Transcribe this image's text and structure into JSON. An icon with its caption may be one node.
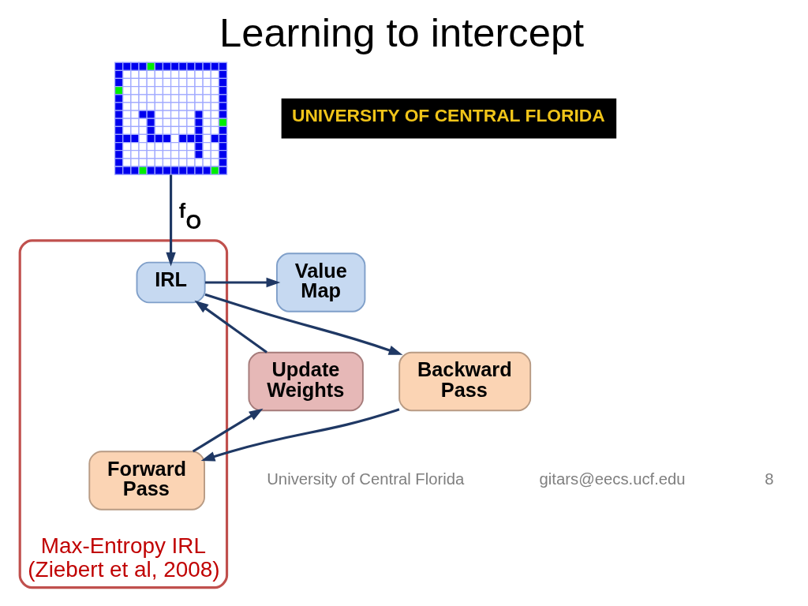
{
  "diagram": {
    "title": "Learning to intercept",
    "nodes": [
      {
        "text": [],
        "shape": "picture"
      },
      {
        "text": [
          "Max-Entropy IRL (Ziebert et al, 2008)"
        ]
      },
      {
        "text": [
          "IRL"
        ],
        "in": 1
      },
      {
        "text": [
          "Value Map"
        ]
      },
      {
        "text": [
          "Update Weights"
        ]
      },
      {
        "text": [
          "Backward Pass"
        ]
      },
      {
        "text": [
          "Forward Pass"
        ],
        "in": 1
      }
    ],
    "edges": [
      {
        "from": 0,
        "to": 2,
        "arrow": "to",
        "label": "f$_{O}$"
      },
      {
        "from": 2,
        "to": 3,
        "arrow": "to"
      },
      {
        "from": 2,
        "to": 5,
        "arrow": "to"
      },
      {
        "from": 5,
        "to": 6,
        "arrow": "to"
      },
      {
        "from": 6,
        "to": 4,
        "arrow": "to"
      },
      {
        "from": 4,
        "to": 2,
        "arrow": "to"
      }
    ],
    "labels": [
      "UNIVERSITY OF CENTRAL FLORIDA",
      "University of Central Florida",
      "gitars@eecs.ucf.edu",
      "8"
    ]
  }
}
